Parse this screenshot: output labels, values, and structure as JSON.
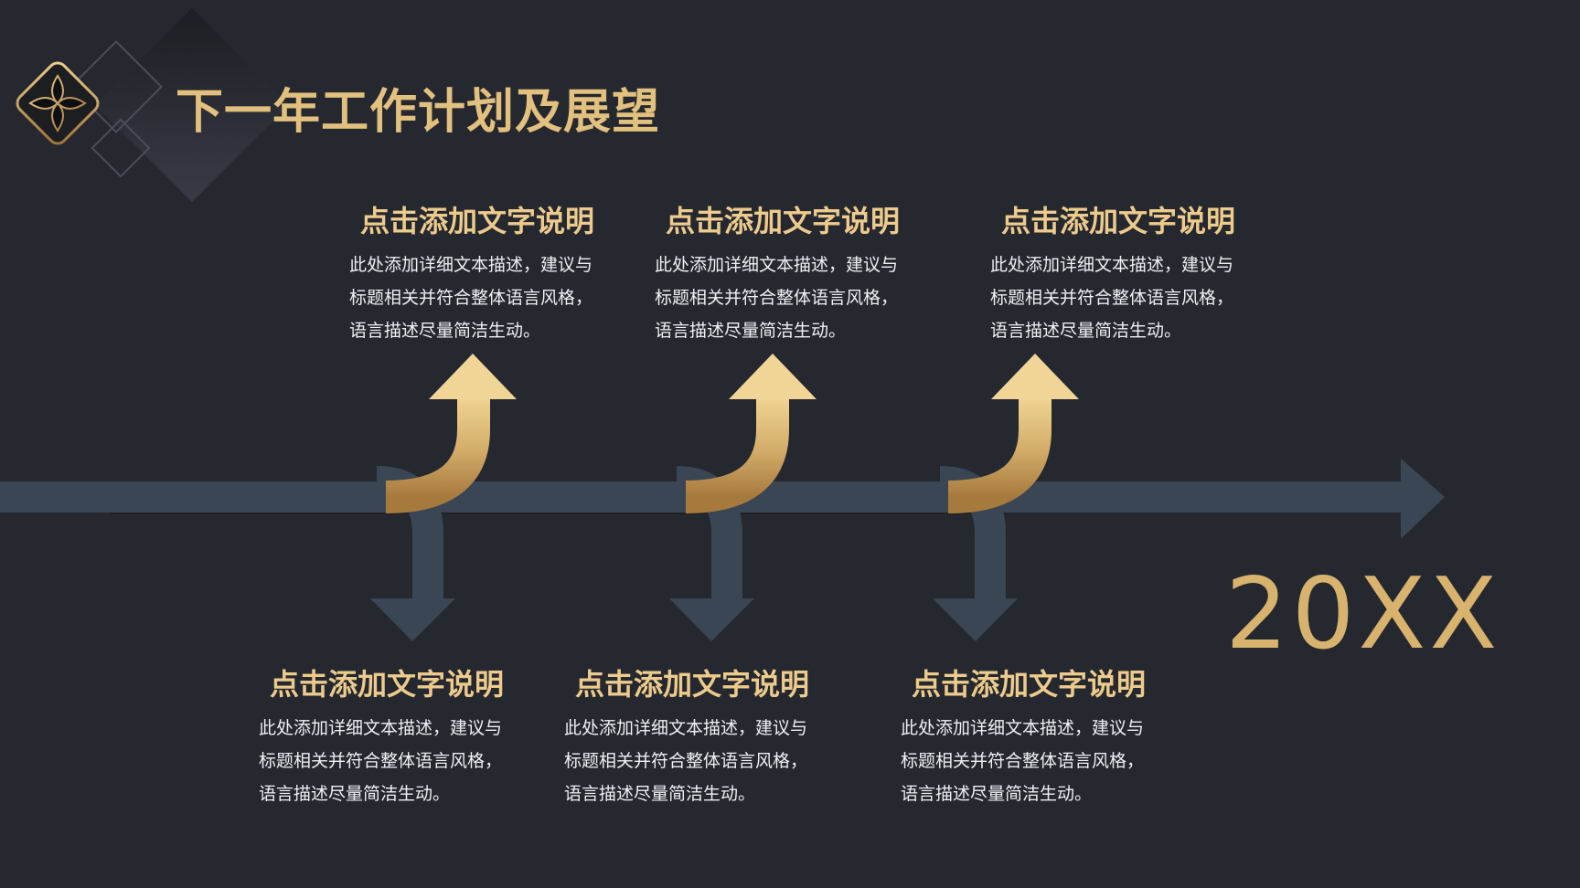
{
  "slide": {
    "title": "下一年工作计划及展望",
    "year": "20XX",
    "colors": {
      "background": "#262830",
      "gold": "#e2c07e",
      "gold_dark": "#a87c3e",
      "steel": "#3a4654"
    },
    "icons": [
      "diamond-flower-icon"
    ]
  },
  "items": [
    {
      "heading": "点击添加文字说明",
      "lines": [
        "此处添加详细文本描述，建议与",
        "标题相关并符合整体语言风格，",
        "语言描述尽量简洁生动。"
      ]
    },
    {
      "heading": "点击添加文字说明",
      "lines": [
        "此处添加详细文本描述，建议与",
        "标题相关并符合整体语言风格，",
        "语言描述尽量简洁生动。"
      ]
    },
    {
      "heading": "点击添加文字说明",
      "lines": [
        "此处添加详细文本描述，建议与",
        "标题相关并符合整体语言风格，",
        "语言描述尽量简洁生动。"
      ]
    },
    {
      "heading": "点击添加文字说明",
      "lines": [
        "此处添加详细文本描述，建议与",
        "标题相关并符合整体语言风格，",
        "语言描述尽量简洁生动。"
      ]
    },
    {
      "heading": "点击添加文字说明",
      "lines": [
        "此处添加详细文本描述，建议与",
        "标题相关并符合整体语言风格，",
        "语言描述尽量简洁生动。"
      ]
    },
    {
      "heading": "点击添加文字说明",
      "lines": [
        "此处添加详细文本描述，建议与",
        "标题相关并符合整体语言风格，",
        "语言描述尽量简洁生动。"
      ]
    }
  ]
}
